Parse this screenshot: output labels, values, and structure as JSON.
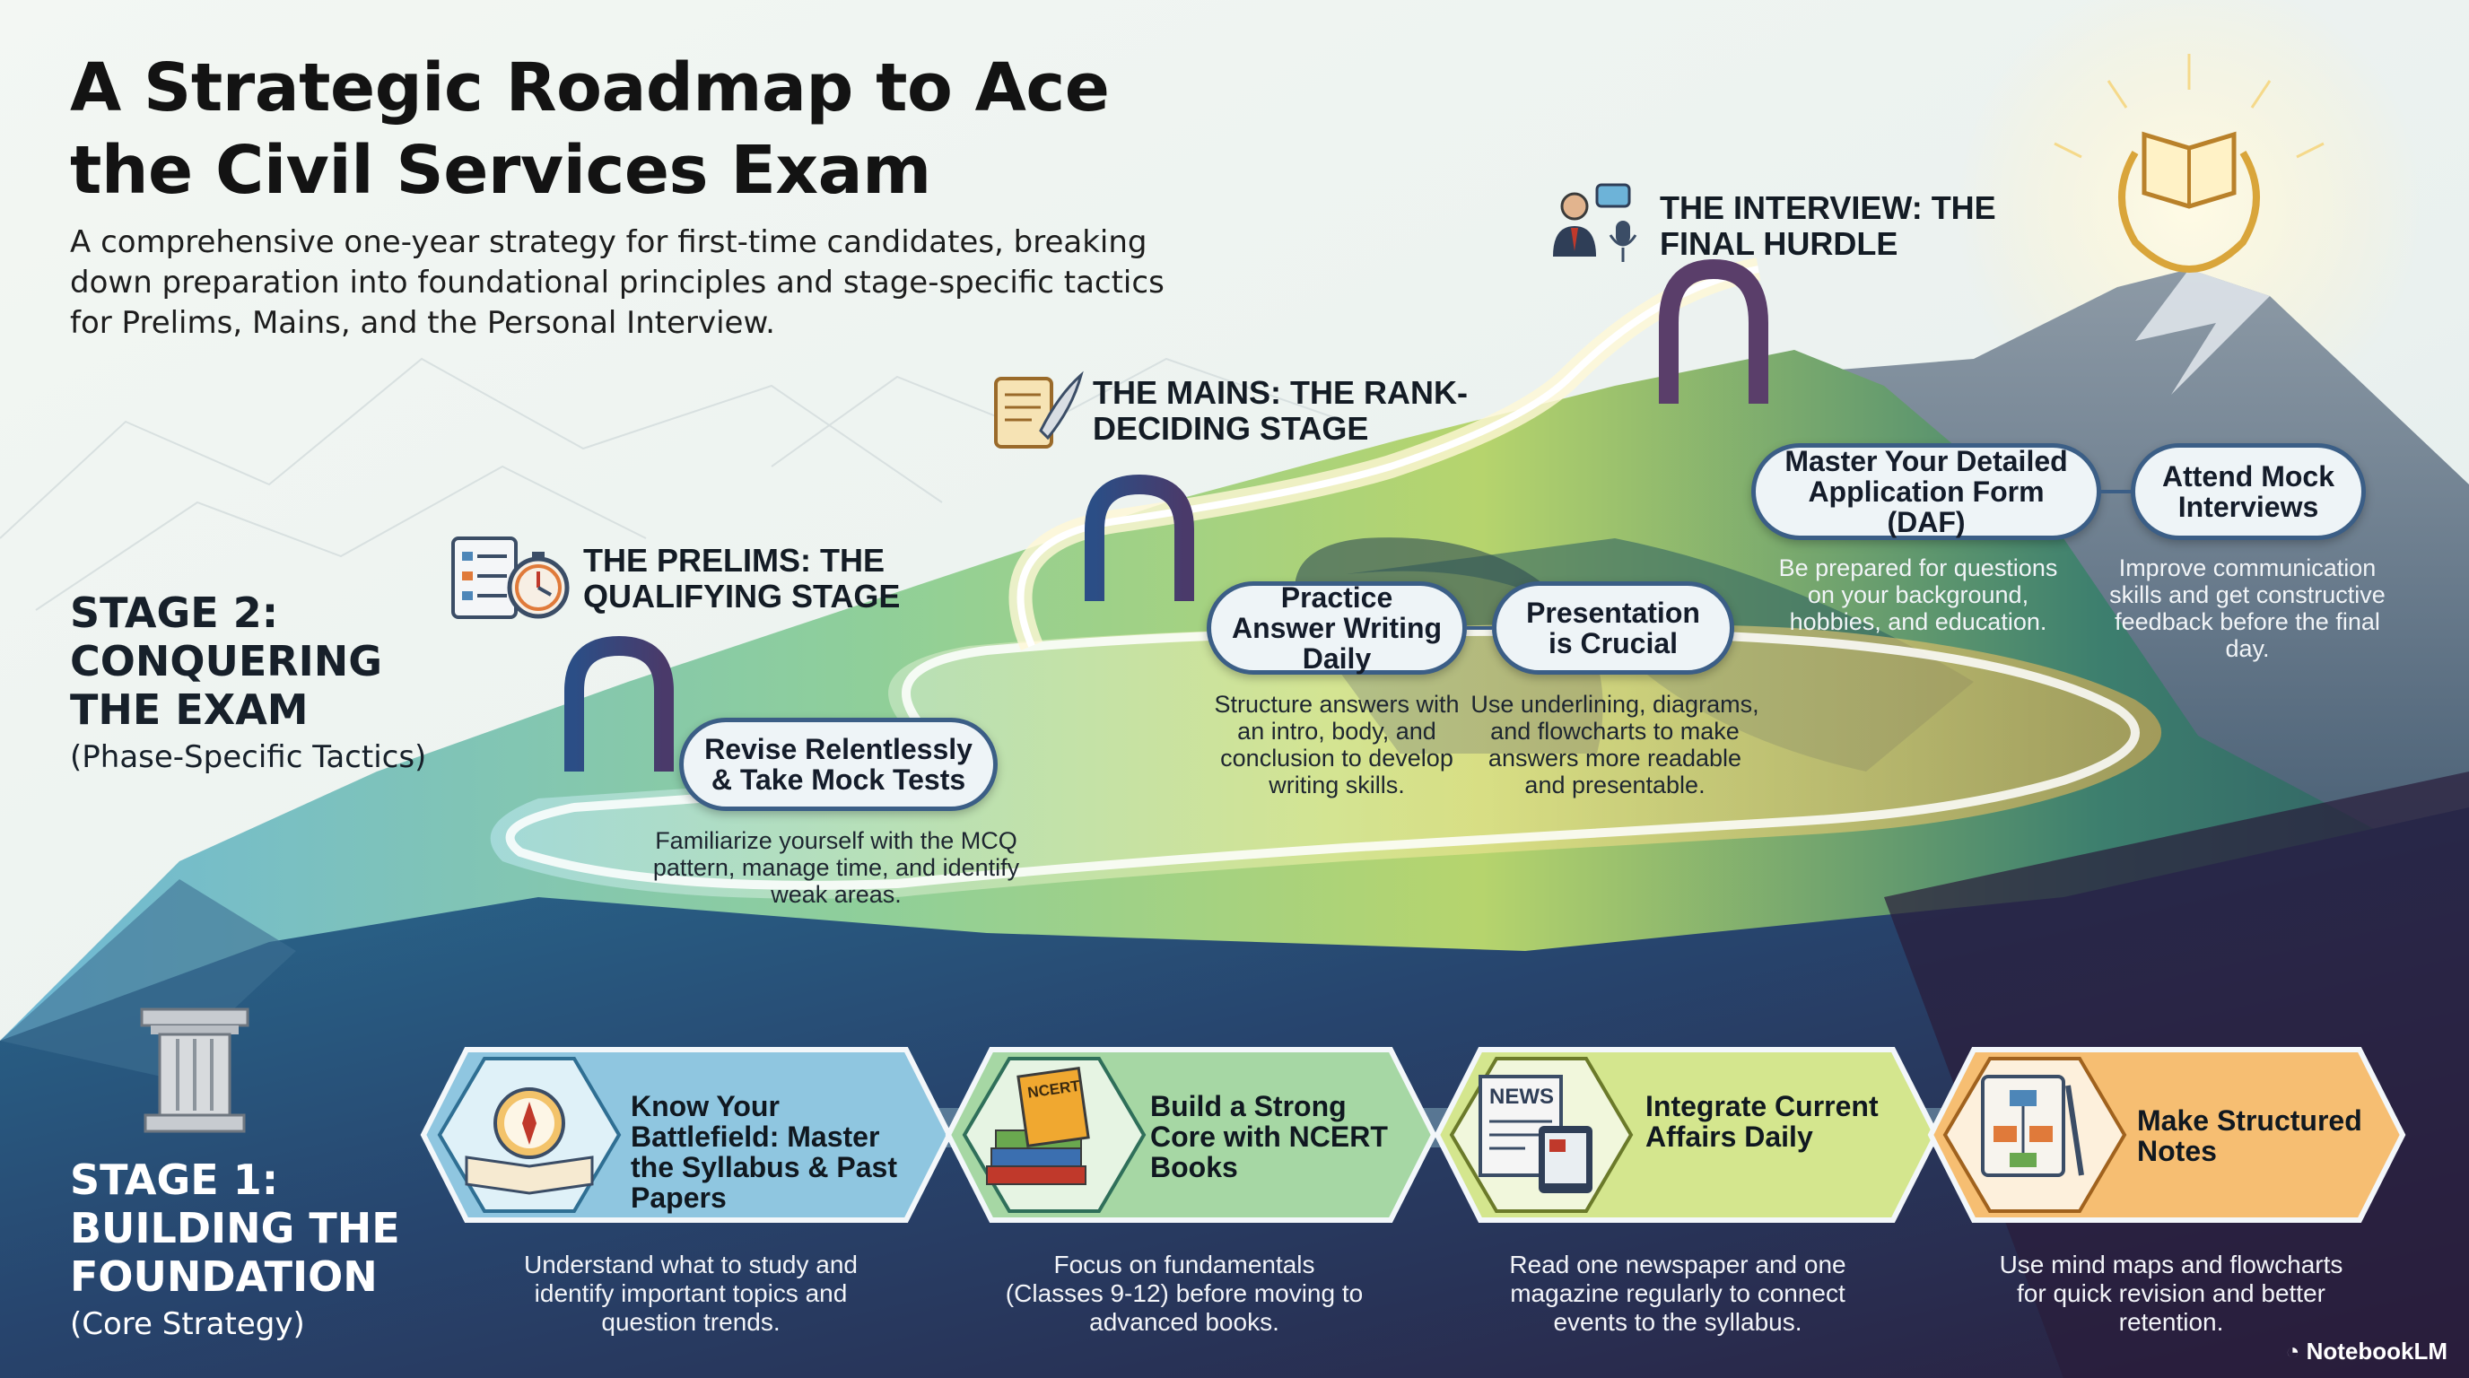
{
  "title": "A Strategic Roadmap to Ace the Civil Services Exam",
  "subtitle": "A comprehensive one-year strategy for first-time candidates, breaking down preparation into foundational principles and stage-specific tactics for Prelims, Mains, and the Personal Interview.",
  "stage2": {
    "heading": "STAGE 2: CONQUERING THE EXAM",
    "sub": "(Phase-Specific Tactics)"
  },
  "stage1": {
    "heading": "STAGE 1: BUILDING THE FOUNDATION",
    "sub": "(Core Strategy)"
  },
  "prelims": {
    "title": "THE PRELIMS: THE QUALIFYING STAGE",
    "icon": "checklist-stopwatch-icon",
    "tips": [
      {
        "label": "Revise Relentlessly & Take Mock Tests",
        "desc": "Familiarize yourself with the MCQ pattern, manage time, and identify weak areas."
      }
    ]
  },
  "mains": {
    "title": "THE MAINS: THE RANK-DECIDING STAGE",
    "icon": "scroll-quill-icon",
    "tips": [
      {
        "label": "Practice Answer Writing Daily",
        "desc": "Structure answers with an intro, body, and conclusion to develop writing skills."
      },
      {
        "label": "Presentation is Crucial",
        "desc": "Use underlining, diagrams, and flowcharts to make answers more readable and presentable."
      }
    ]
  },
  "interview": {
    "title": "THE INTERVIEW: THE FINAL HURDLE",
    "icon": "interview-microphone-icon",
    "tips": [
      {
        "label": "Master Your Detailed Application Form (DAF)",
        "desc": "Be prepared for questions on your background, hobbies, and education."
      },
      {
        "label": "Attend Mock Interviews",
        "desc": "Improve communication skills and get constructive feedback before the final day."
      }
    ]
  },
  "foundation": [
    {
      "label": "Know Your Battlefield: Master the Syllabus & Past Papers",
      "desc": "Understand what to study and identify important topics and question trends.",
      "icon": "compass-book-icon",
      "color": "#8fc6e0"
    },
    {
      "label": "Build a Strong Core with NCERT Books",
      "desc": "Focus on fundamentals (Classes 9-12) before moving to advanced books.",
      "icon": "ncert-books-icon",
      "icon_text": "NCERT",
      "color": "#a6d7a4"
    },
    {
      "label": "Integrate Current Affairs Daily",
      "desc": "Read one newspaper and one magazine regularly to connect events to the syllabus.",
      "icon": "newspaper-tablet-icon",
      "icon_text": "NEWS",
      "color": "#d4e68e"
    },
    {
      "label": "Make Structured Notes",
      "desc": "Use mind maps and flowcharts for quick revision and better retention.",
      "icon": "notebook-flowchart-icon",
      "color": "#f6be72"
    }
  ],
  "colors": {
    "accent_blue": "#3b5e86",
    "mountain_dark": "#2c3150",
    "path_glow": "#fff6d0"
  },
  "brand": "NotebookLM"
}
